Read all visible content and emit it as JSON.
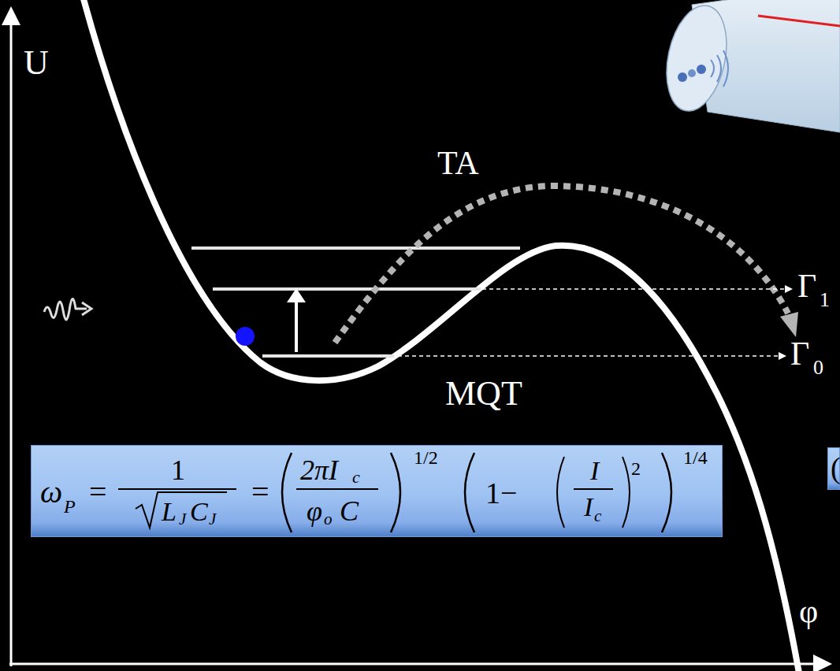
{
  "diagram": {
    "nodes": [
      {
        "text": [
          "ω",
          "P",
          "=",
          "1",
          "L",
          "J",
          "C",
          "J",
          "=",
          "2πI",
          "c",
          "φ",
          "o",
          "C",
          "1/2",
          "1−",
          "I",
          "I",
          "c",
          "2",
          "1/4"
        ]
      },
      {
        "text": [
          "("
        ]
      }
    ],
    "labels": [
      "U",
      "TA",
      "MQT",
      "Γ",
      "1",
      "Γ",
      "0",
      "φ"
    ]
  }
}
